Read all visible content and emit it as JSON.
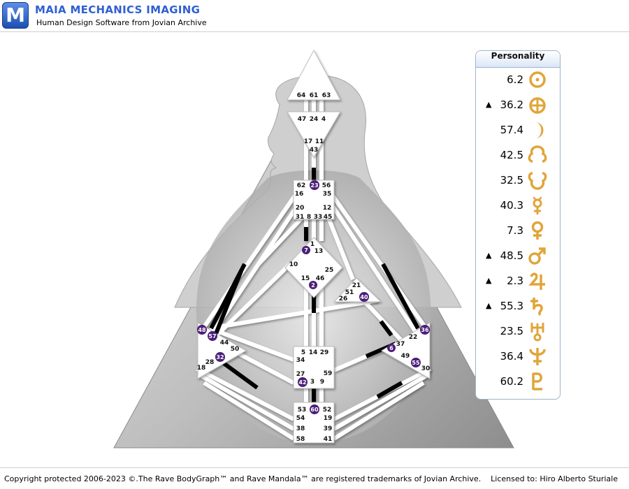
{
  "app": {
    "logo_letter": "M",
    "title": "MAIA MECHANICS IMAGING",
    "subtitle": "Human Design Software from Jovian Archive"
  },
  "bodygraph": {
    "head_gates": [
      "64",
      "61",
      "63"
    ],
    "ajna_gates": [
      "47",
      "24",
      "4"
    ],
    "ajna_lower_gates": [
      "17",
      "11",
      "43"
    ],
    "throat_gates": [
      "62",
      "23",
      "56",
      "16",
      "35",
      "20",
      "12",
      "31",
      "8",
      "33",
      "45"
    ],
    "g_gates": [
      "1",
      "7",
      "13",
      "10",
      "25",
      "15",
      "2",
      "46"
    ],
    "heart_gates": [
      "21",
      "51",
      "26",
      "40"
    ],
    "spleen_gates": [
      "48",
      "57",
      "44",
      "50",
      "32",
      "28",
      "18"
    ],
    "sacral_gates": [
      "5",
      "14",
      "29",
      "34",
      "27",
      "59",
      "42",
      "3",
      "9"
    ],
    "solar_plexus_gates": [
      "36",
      "22",
      "37",
      "6",
      "49",
      "55",
      "30"
    ],
    "root_gates": [
      "53",
      "60",
      "52",
      "54",
      "19",
      "38",
      "39",
      "58",
      "41"
    ],
    "active_gates": [
      "23",
      "7",
      "2",
      "40",
      "48",
      "57",
      "32",
      "42",
      "60",
      "36",
      "6",
      "55"
    ]
  },
  "personality": {
    "title": "Personality",
    "rows": [
      {
        "marker": "",
        "value": "6.2",
        "planet": "sun-icon"
      },
      {
        "marker": "▲",
        "value": "36.2",
        "planet": "earth-icon"
      },
      {
        "marker": "",
        "value": "57.4",
        "planet": "moon-icon"
      },
      {
        "marker": "",
        "value": "42.5",
        "planet": "north-node-icon"
      },
      {
        "marker": "",
        "value": "32.5",
        "planet": "south-node-icon"
      },
      {
        "marker": "",
        "value": "40.3",
        "planet": "mercury-icon"
      },
      {
        "marker": "",
        "value": "7.3",
        "planet": "venus-icon"
      },
      {
        "marker": "▲",
        "value": "48.5",
        "planet": "mars-icon"
      },
      {
        "marker": "▲",
        "value": "2.3",
        "planet": "jupiter-icon"
      },
      {
        "marker": "▲",
        "value": "55.3",
        "planet": "saturn-icon"
      },
      {
        "marker": "",
        "value": "23.5",
        "planet": "uranus-icon"
      },
      {
        "marker": "",
        "value": "36.4",
        "planet": "neptune-icon"
      },
      {
        "marker": "",
        "value": "60.2",
        "planet": "pluto-icon"
      }
    ]
  },
  "footer": {
    "copyright": "Copyright protected 2006-2023 ©.The Rave BodyGraph™ and Rave Mandala™ are registered trademarks of Jovian Archive.",
    "license": "Licensed to: Hiro Alberto Sturiale"
  },
  "colors": {
    "accent": "#2f5fd3",
    "active_gate": "#4b1f78",
    "glyph_gold": "#e0a53a"
  }
}
